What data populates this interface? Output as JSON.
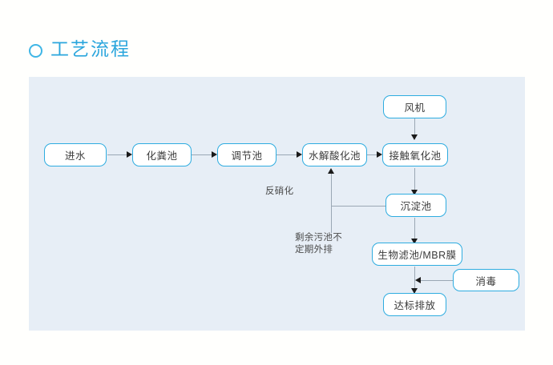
{
  "heading": {
    "icon": "ring-icon",
    "text": "工艺流程"
  },
  "panel": {
    "background_color": "#e7eef6"
  },
  "theme": {
    "accent": "#2ba6dd",
    "node_border": "#2eace0",
    "node_fill": "#ffffff",
    "connector": "#9aa7b4",
    "arrow": "#1a1a1a",
    "text": "#3b3b3b"
  },
  "diagram": {
    "type": "flowchart",
    "nodes": [
      {
        "id": "inflow",
        "label": "进水"
      },
      {
        "id": "septic",
        "label": "化粪池"
      },
      {
        "id": "equalize",
        "label": "调节池"
      },
      {
        "id": "hydrolysis",
        "label": "水解酸化池"
      },
      {
        "id": "contact-ox",
        "label": "接触氧化池"
      },
      {
        "id": "blower",
        "label": "风机"
      },
      {
        "id": "settling",
        "label": "沉淀池"
      },
      {
        "id": "biofilter",
        "label": "生物滤池/MBR膜"
      },
      {
        "id": "disinfect",
        "label": "消毒"
      },
      {
        "id": "discharge",
        "label": "达标排放"
      }
    ],
    "annotations": [
      {
        "id": "denitrification",
        "text": "反硝化"
      },
      {
        "id": "sludge-note-1",
        "text": "剩余污池不"
      },
      {
        "id": "sludge-note-2",
        "text": "定期外排"
      }
    ],
    "edges": [
      {
        "from": "inflow",
        "to": "septic"
      },
      {
        "from": "septic",
        "to": "equalize"
      },
      {
        "from": "equalize",
        "to": "hydrolysis"
      },
      {
        "from": "hydrolysis",
        "to": "contact-ox"
      },
      {
        "from": "blower",
        "to": "contact-ox"
      },
      {
        "from": "contact-ox",
        "to": "settling"
      },
      {
        "from": "settling",
        "to": "hydrolysis",
        "label": "反硝化"
      },
      {
        "from": "settling",
        "to": "biofilter"
      },
      {
        "from": "biofilter",
        "to": "discharge"
      },
      {
        "from": "disinfect",
        "to": "discharge"
      }
    ]
  }
}
